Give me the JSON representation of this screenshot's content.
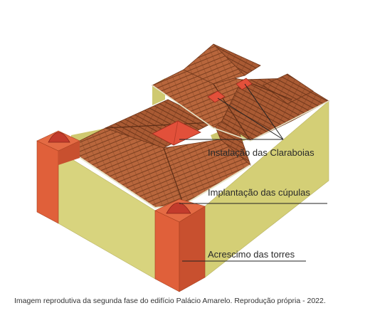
{
  "colors": {
    "wall_front": "#d7d37c",
    "wall_side": "#ccc673",
    "wall_top": "#c9c46b",
    "roof_base": "#b5643a",
    "roof_line": "#7a3e1f",
    "skylight": "#e2503a",
    "tower_front": "#e0603a",
    "tower_side": "#c8502f",
    "dome": "#c23b2c",
    "leader": "#222222"
  },
  "annotations": {
    "skylights": "Instalação das Claraboias",
    "domes": "Implantação das cúpulas",
    "towers": "Acrescimo das torres"
  },
  "caption": "Imagem reprodutiva da segunda fase do edifício Palácio Amarelo. Reprodução própria - 2022."
}
